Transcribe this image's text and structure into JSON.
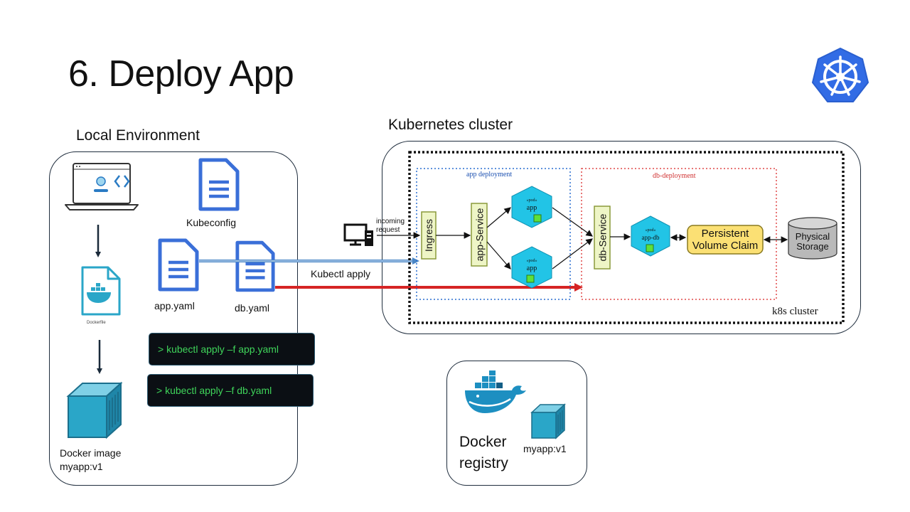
{
  "slide": {
    "title": "6. Deploy App"
  },
  "local": {
    "heading": "Local Environment",
    "dockerfile_label": "Dockerfile",
    "image_label_line1": "Docker image",
    "image_label_line2": "myapp:v1",
    "kubeconfig_label": "Kubeconfig",
    "app_yaml_label": "app.yaml",
    "db_yaml_label": "db.yaml",
    "commands": [
      "> kubectl apply –f app.yaml",
      "> kubectl apply –f db.yaml"
    ]
  },
  "flow": {
    "apply_label": "Kubectl apply"
  },
  "cluster": {
    "heading": "Kubernetes cluster",
    "corner_label": "k8s cluster",
    "incoming_line1": "incoming",
    "incoming_line2": "request",
    "app_deployment_label": "app deployment",
    "db_deployment_label": "db-deployment",
    "ingress_label": "Ingress",
    "app_service_label": "app-Service",
    "db_service_label": "db-Service",
    "pod_stereotype": "«pod»",
    "app_pod_label": "app",
    "db_pod_label": "app-db",
    "pvc_line1": "Persistent",
    "pvc_line2": "Volume Claim",
    "storage_line1": "Physical",
    "storage_line2": "Storage"
  },
  "registry": {
    "label_line1": "Docker",
    "label_line2": "registry",
    "image_tag": "myapp:v1"
  },
  "colors": {
    "k8s_blue": "#326ce5",
    "doc_blue": "#3a6fd8",
    "container_teal": "#2aa6c8",
    "pod_cyan": "#22c4e6",
    "service_green": "#eef5c6",
    "pvc_yellow": "#fbe074",
    "apply_red": "#d62424",
    "apply_blue": "#4a86c5",
    "cmd_green": "#3fd45a"
  },
  "icons": [
    "kubernetes-logo-icon",
    "laptop-code-icon",
    "dockerfile-icon",
    "docker-container-icon",
    "document-icon",
    "computer-icon",
    "docker-whale-icon",
    "database-cylinder-icon"
  ]
}
